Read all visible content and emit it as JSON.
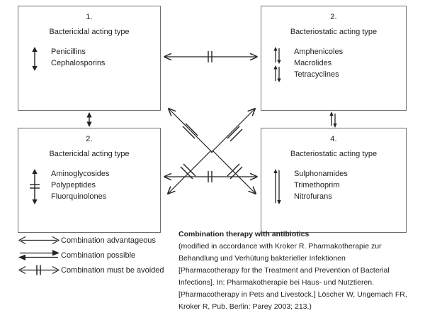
{
  "figure": {
    "boxes": [
      {
        "id": "top-left",
        "number": "1.",
        "title": "Bactericidal acting type",
        "symbol": "double-headed-vertical-arrow",
        "drugs": [
          "Penicillins",
          "Cephalosporins"
        ]
      },
      {
        "id": "top-right",
        "number": "2.",
        "title": "Bacteriostatic acting type",
        "symbol": "paired-opposing-vertical-arrows",
        "drugs": [
          "Amphenicoles",
          "Macrolides",
          "Tetracyclines"
        ]
      },
      {
        "id": "bottom-left",
        "number": "2.",
        "title": "Bactericidal acting type",
        "symbol": "double-headed-vertical-arrow-with-crossbar",
        "drugs": [
          "Aminoglycosides",
          "Polypeptides",
          "Fluorquinolones"
        ]
      },
      {
        "id": "bottom-right",
        "number": "4.",
        "title": "Bacteriostatic acting type",
        "symbol": "paired-opposing-vertical-arrows",
        "drugs": [
          "Sulphonamides",
          "Trimethoprim",
          "Nitrofurans"
        ]
      }
    ],
    "connections": [
      {
        "from": "top-left",
        "to": "top-right",
        "type": "must-be-avoided",
        "orientation": "horizontal"
      },
      {
        "from": "bottom-left",
        "to": "bottom-right",
        "type": "must-be-avoided",
        "orientation": "horizontal"
      },
      {
        "from": "top-left",
        "to": "bottom-left",
        "type": "advantageous",
        "orientation": "vertical"
      },
      {
        "from": "top-right",
        "to": "bottom-right",
        "type": "possible",
        "orientation": "vertical"
      },
      {
        "from": "top-left",
        "to": "bottom-right",
        "type": "must-be-avoided",
        "orientation": "diagonal"
      },
      {
        "from": "top-right",
        "to": "bottom-left",
        "type": "must-be-avoided",
        "orientation": "diagonal"
      }
    ]
  },
  "legend": {
    "items": [
      {
        "symbol": "double-headed-arrow-icon",
        "label": "Combination advantageous"
      },
      {
        "symbol": "paired-opposing-arrows-icon",
        "label": "Combination possible"
      },
      {
        "symbol": "double-headed-arrow-crossbar-icon",
        "label": "Combination must be avoided"
      }
    ]
  },
  "caption": {
    "title": "Combination therapy with antibiotics",
    "lines": [
      "(modified in accordance with Kroker R. Pharmakotherapie zur",
      "Behandlung und Verhütung bakterieller Infektionen",
      "[Pharmacotherapy for the Treatment and Prevention of Bacterial",
      "Infections]. In: Pharmakotherapie bei Haus- und Nutztieren.",
      "[Pharmacotherapy in Pets and Livestock.] Löscher W, Ungemach FR,",
      "Kroker R, Pub. Berlin: Parey 2003; 213.)"
    ]
  },
  "colors": {
    "stroke": "#222222",
    "box_border": "#6e6e6e",
    "background": "#ffffff"
  }
}
